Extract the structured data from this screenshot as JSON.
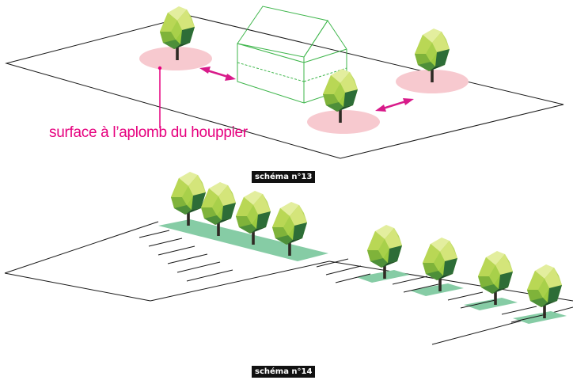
{
  "diagrams": [
    {
      "caption": "schéma n°13",
      "callout": "surface à l’aplomb du houppier"
    },
    {
      "caption": "schéma n°14"
    }
  ],
  "colors": {
    "callout_magenta": "#e6007e",
    "arrow_magenta": "#d81b8a",
    "canopy_footprint": "#f7c9cf",
    "house_outline": "#3db54a",
    "planting_strip": "#86cca5",
    "ground_lines": "#1a1a1a",
    "caption_bg": "#111111",
    "caption_text": "#ffffff"
  },
  "icons": {
    "tree": "low-poly-tree-icon",
    "house": "house-wireframe-icon",
    "distance": "double-arrow-icon"
  }
}
